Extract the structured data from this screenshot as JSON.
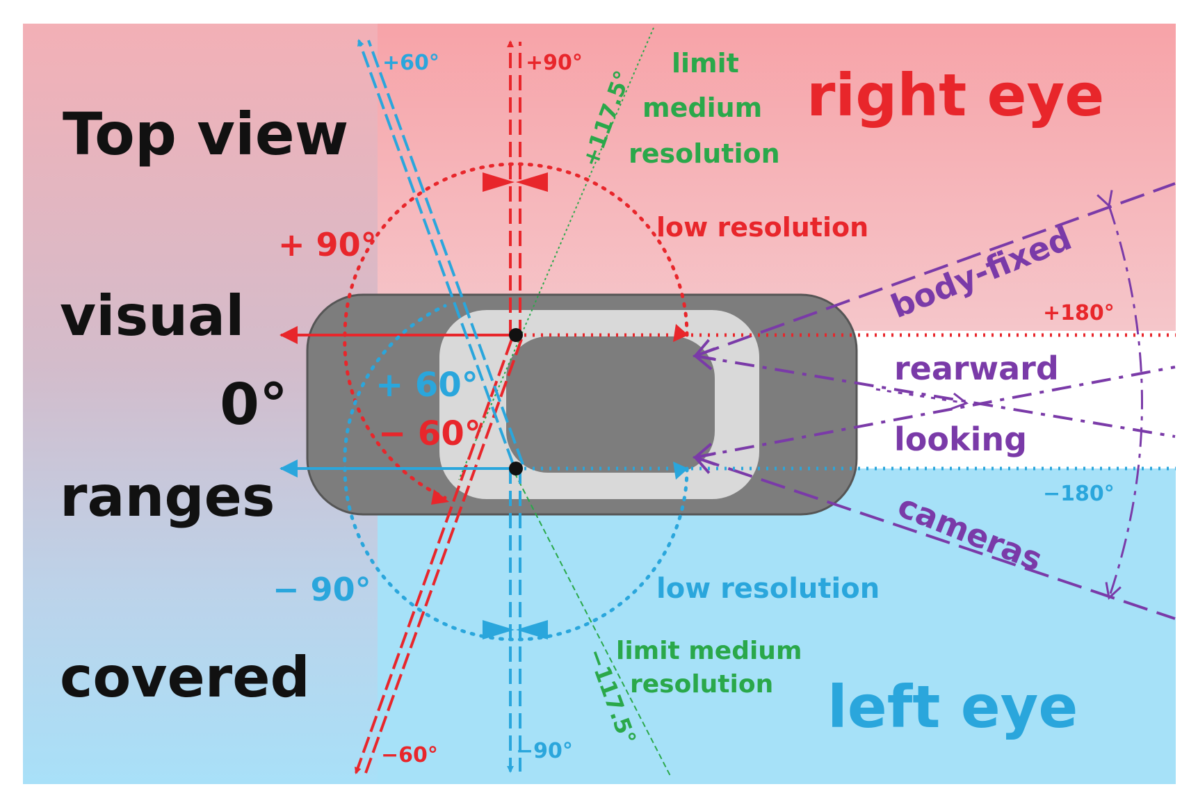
{
  "title": [
    "Top view"
  ],
  "side_caption": [
    "visual",
    "0°",
    "ranges",
    "covered"
  ],
  "eyes": {
    "right": "right eye",
    "left": "left eye"
  },
  "angles": {
    "top_plus60": "+60°",
    "top_plus90": "+90°",
    "top_plus117": "+117.5°",
    "bottom_minus60": "−60°",
    "bottom_minus90": "−90°",
    "bottom_minus117": "−117.5°",
    "arc_plus90": "+ 90°",
    "arc_minus90": "− 90°",
    "center_plus60": "+ 60°",
    "center_minus60": "− 60°",
    "plus180": "+180°",
    "minus180": "−180°"
  },
  "resolution_labels": {
    "top_green": [
      "limit",
      "medium",
      "resolution"
    ],
    "bottom_green": [
      "limit medium",
      "resolution"
    ],
    "top_low": "low resolution",
    "bottom_low": "low resolution"
  },
  "cameras": {
    "body_fixed": "body-fixed",
    "rearward": "rearward",
    "looking": "looking",
    "cameras": "cameras"
  },
  "colors": {
    "red": "#e8262b",
    "blue": "#2aa6dc",
    "green": "#2aa84a",
    "purple": "#7a3aa8",
    "black": "#111111",
    "car_body": "#7b7b7b",
    "car_window": "#d6d6d6",
    "bg_top": "#f7a9ad",
    "bg_bottom": "#a6e2f8"
  }
}
